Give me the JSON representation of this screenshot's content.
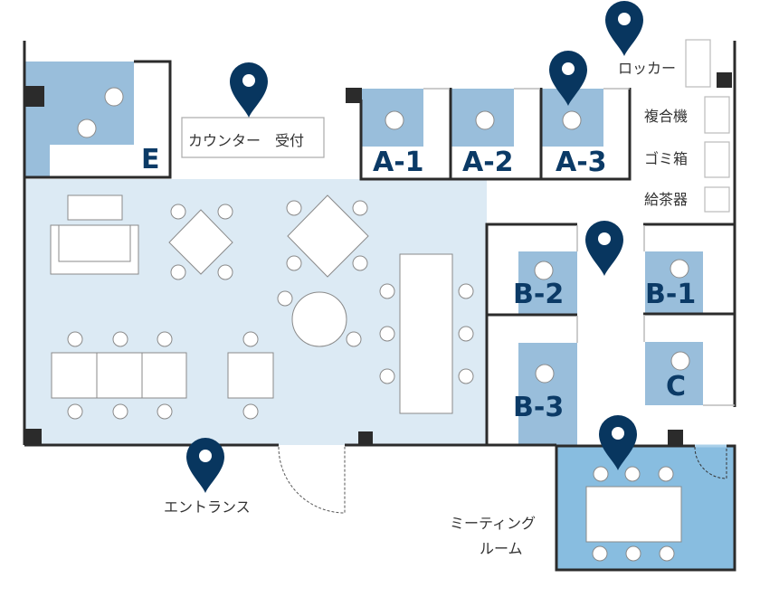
{
  "colors": {
    "accent": "#08365f",
    "booth": "#99bedb",
    "lounge": "#dceaf4",
    "meeting": "#88bde0",
    "wall": "#2b2b2b"
  },
  "rooms": {
    "e": "E",
    "a1": "A-1",
    "a2": "A-2",
    "a3": "A-3",
    "b1": "B-1",
    "b2": "B-2",
    "b3": "B-3",
    "c": "C"
  },
  "labels": {
    "counter": "カウンター　受付",
    "locker": "ロッカー",
    "copier": "複合機",
    "trash": "ゴミ箱",
    "tea": "給茶器",
    "entrance": "エントランス",
    "meeting_line1": "ミーティング",
    "meeting_line2": "ルーム"
  },
  "pins": [
    "counter-pin",
    "a3-pin",
    "locker-pin",
    "b-corridor-pin",
    "entrance-pin",
    "meeting-pin"
  ]
}
